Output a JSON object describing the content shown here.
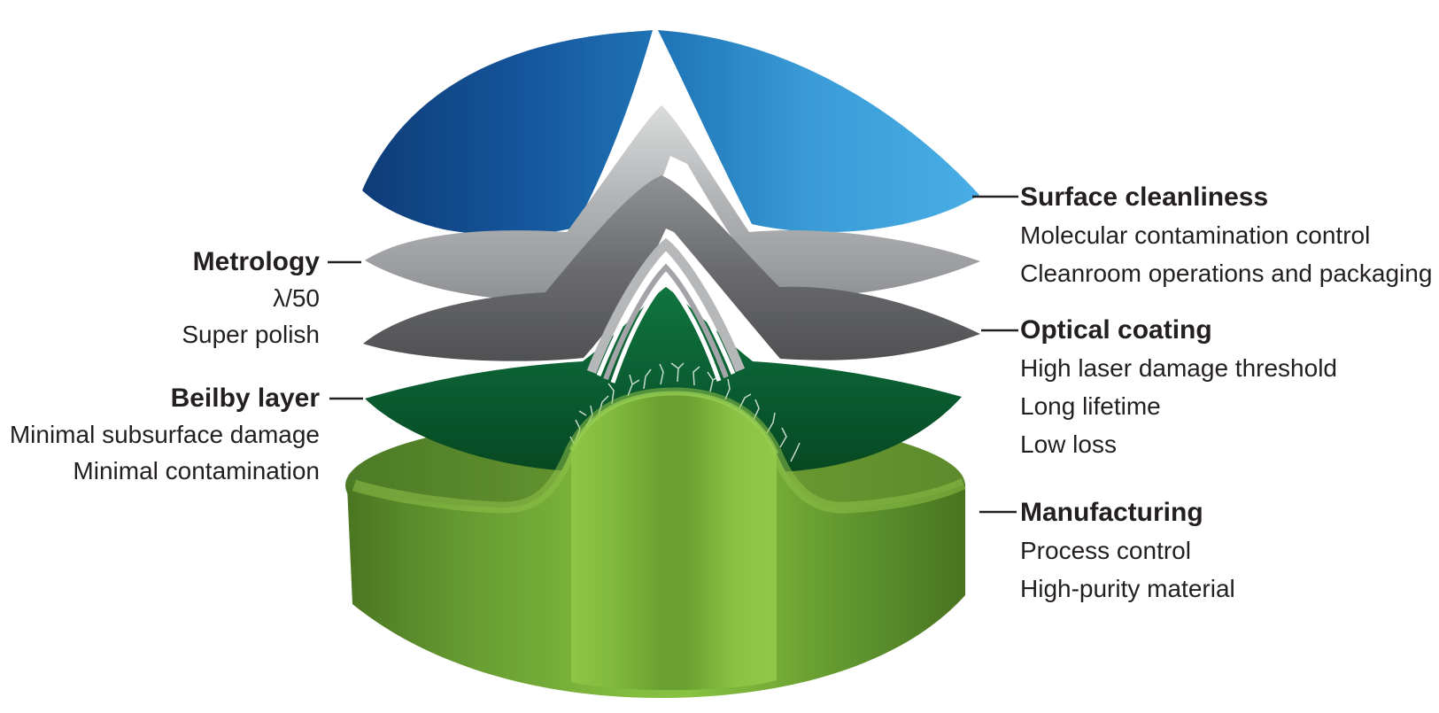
{
  "figure": {
    "background": "#ffffff",
    "text_color": "#231f20",
    "connector_color": "#231f20",
    "left_labels": [
      {
        "title": "Metrology",
        "lines": [
          "λ/50",
          "Super polish"
        ]
      },
      {
        "title": "Beilby layer",
        "lines": [
          "Minimal subsurface damage",
          "Minimal contamination"
        ]
      }
    ],
    "right_labels": [
      {
        "title": "Surface cleanliness",
        "lines": [
          "Molecular contamination control",
          "Cleanroom operations and packaging"
        ]
      },
      {
        "title": "Optical coating",
        "lines": [
          "High laser damage threshold",
          "Long lifetime",
          "Low loss"
        ]
      },
      {
        "title": "Manufacturing",
        "lines": [
          "Process control",
          "High-purity material"
        ]
      }
    ],
    "layers": [
      {
        "name": "Surface cleanliness",
        "color": "#3fa5de"
      },
      {
        "name": "Metrology",
        "color": "#aeb0b3"
      },
      {
        "name": "Optical coating",
        "color": "#66676a"
      },
      {
        "name": "Beilby layer",
        "color": "#0a5c30"
      },
      {
        "name": "Manufacturing",
        "color": "#7fb63c"
      }
    ]
  }
}
